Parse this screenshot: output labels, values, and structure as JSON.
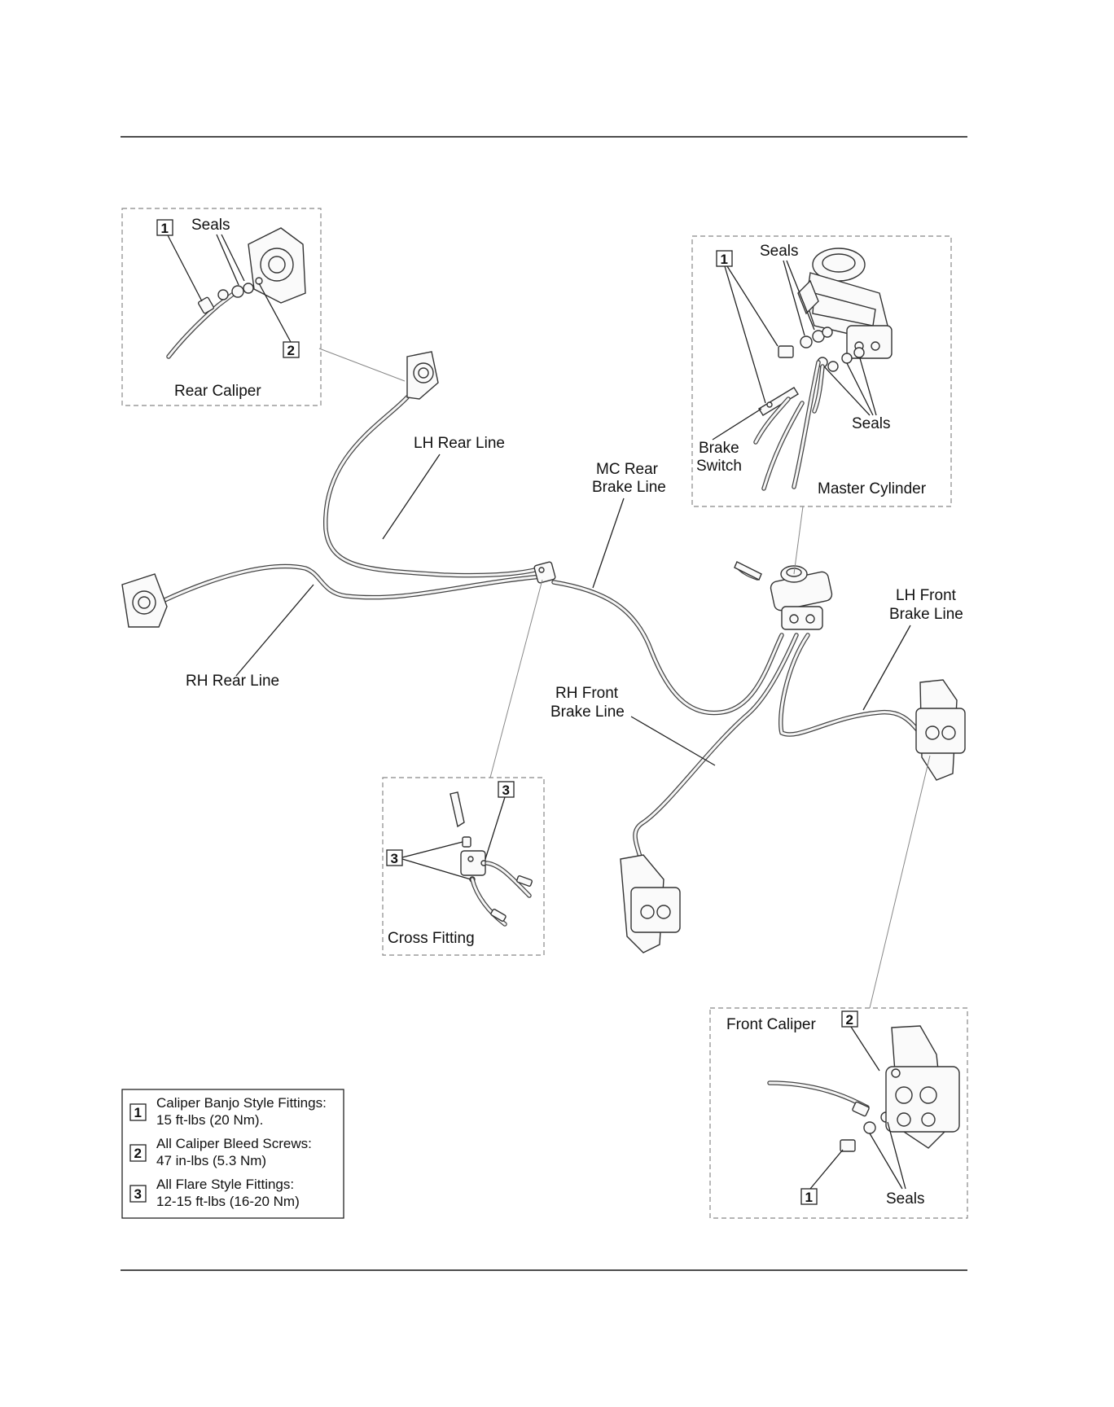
{
  "callouts": {
    "one": "1",
    "two": "2",
    "three": "3"
  },
  "labels": {
    "seals": "Seals",
    "rear_caliper": "Rear Caliper",
    "master_cylinder": "Master Cylinder",
    "brake_switch_1": "Brake",
    "brake_switch_2": "Switch",
    "lh_rear_line": "LH Rear Line",
    "rh_rear_line": "RH Rear Line",
    "mc_rear_brake_line_1": "MC Rear",
    "mc_rear_brake_line_2": "Brake Line",
    "lh_front_brake_line_1": "LH Front",
    "lh_front_brake_line_2": "Brake Line",
    "rh_front_brake_line_1": "RH Front",
    "rh_front_brake_line_2": "Brake Line",
    "cross_fitting": "Cross Fitting",
    "front_caliper": "Front Caliper"
  },
  "torque_legend": [
    {
      "callout": "1",
      "line1": "Caliper Banjo Style Fittings:",
      "line2": "15 ft-lbs (20 Nm)."
    },
    {
      "callout": "2",
      "line1": "All Caliper Bleed Screws:",
      "line2": "47 in-lbs (5.3 Nm)"
    },
    {
      "callout": "3",
      "line1": "All Flare Style Fittings:",
      "line2": "12-15 ft-lbs (16-20 Nm)"
    }
  ]
}
